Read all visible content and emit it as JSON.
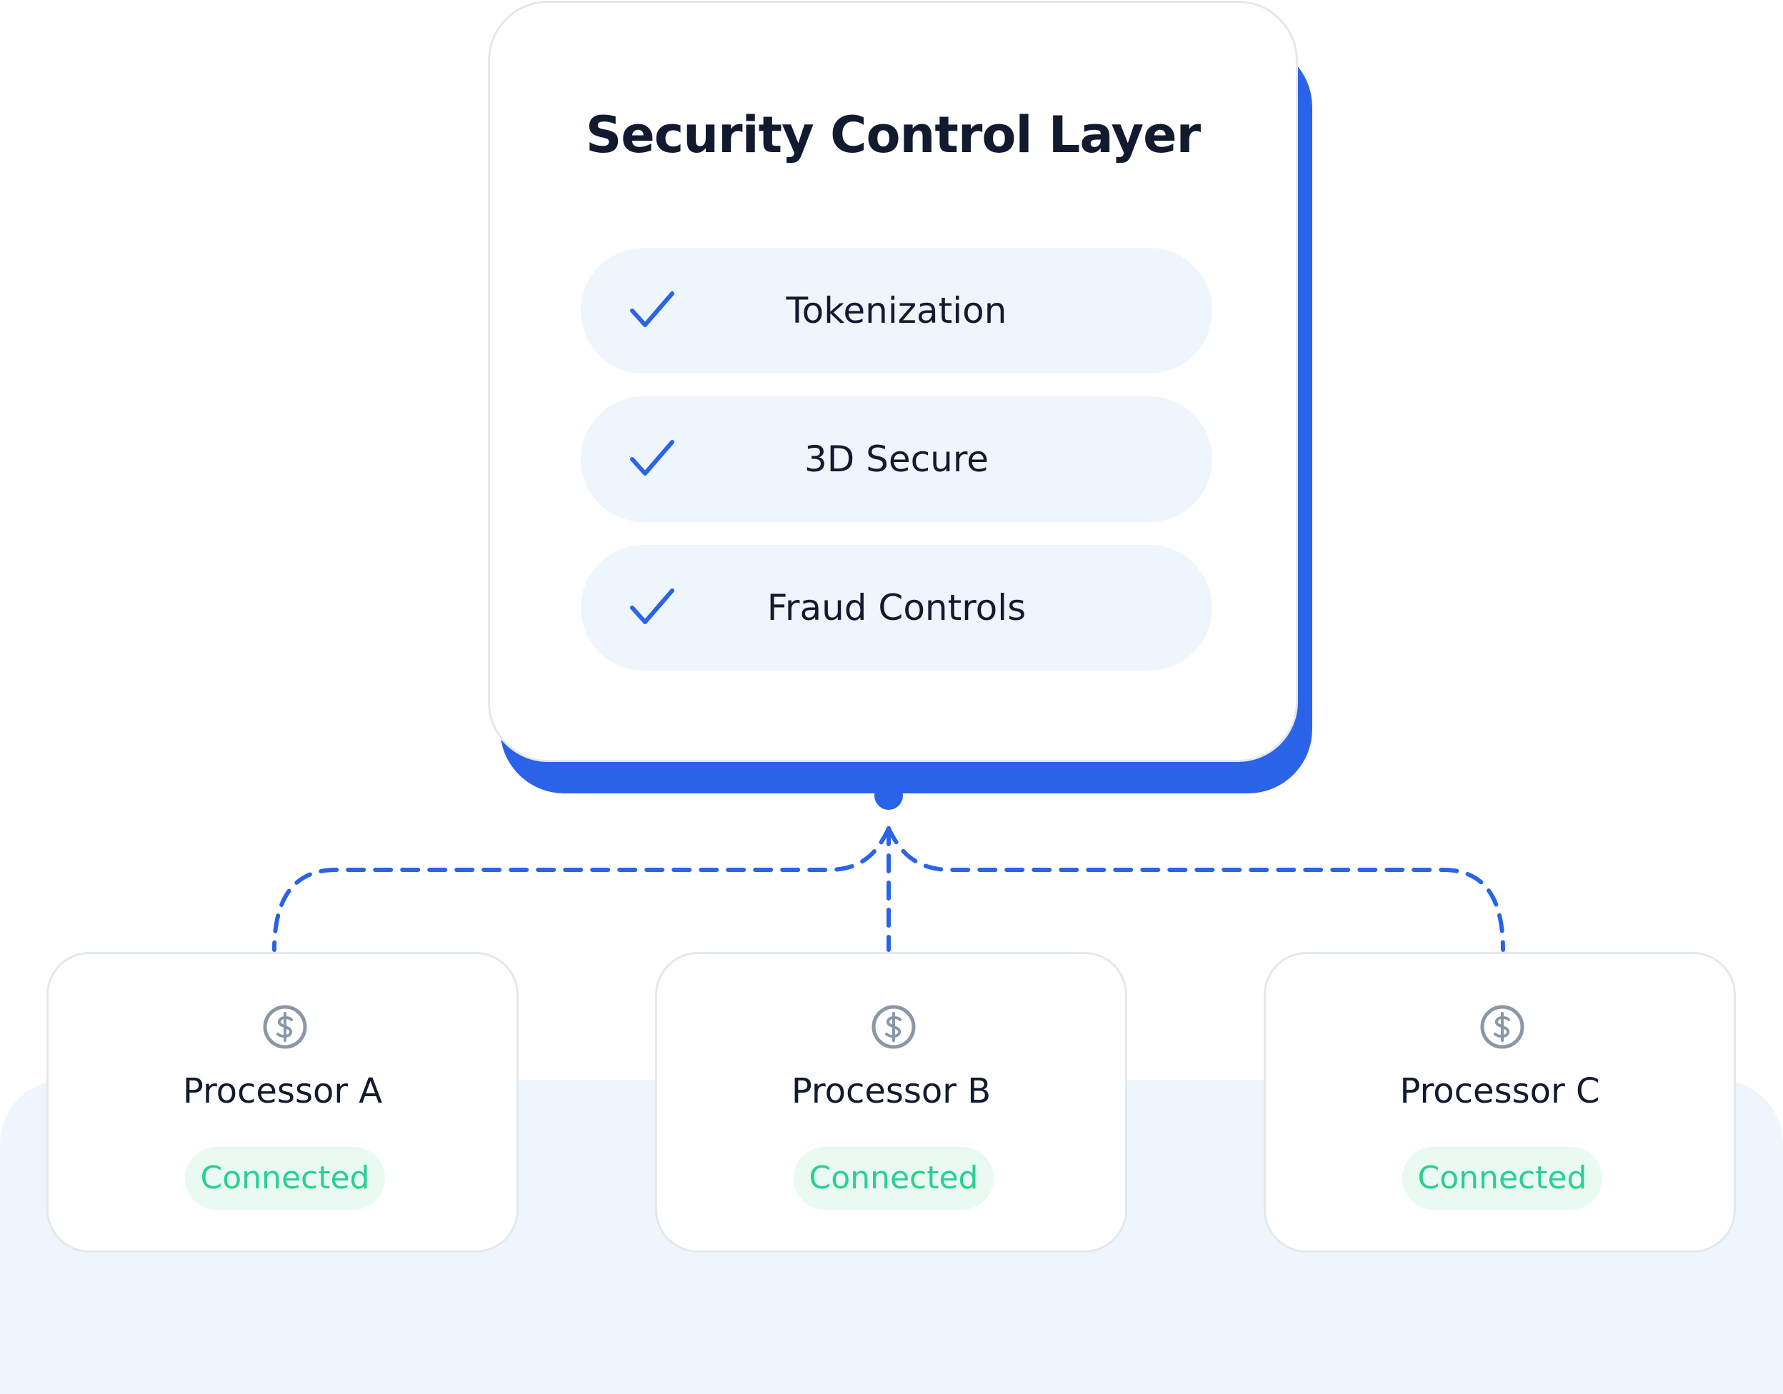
{
  "layer": {
    "title": "Security Control Layer",
    "features": [
      {
        "label": "Tokenization",
        "icon": "check-icon"
      },
      {
        "label": "3D Secure",
        "icon": "check-icon"
      },
      {
        "label": "Fraud Controls",
        "icon": "check-icon"
      }
    ]
  },
  "processors": [
    {
      "name": "Processor A",
      "status": "Connected",
      "icon": "dollar-coin-icon"
    },
    {
      "name": "Processor B",
      "status": "Connected",
      "icon": "dollar-coin-icon"
    },
    {
      "name": "Processor C",
      "status": "Connected",
      "icon": "dollar-coin-icon"
    }
  ],
  "colors": {
    "accent": "#2b63e8",
    "status_text": "#2bcf93",
    "status_bg": "#e8faf2",
    "pill_bg": "#eef5fd",
    "text": "#111a2e",
    "icon_muted": "#8a97a8"
  }
}
